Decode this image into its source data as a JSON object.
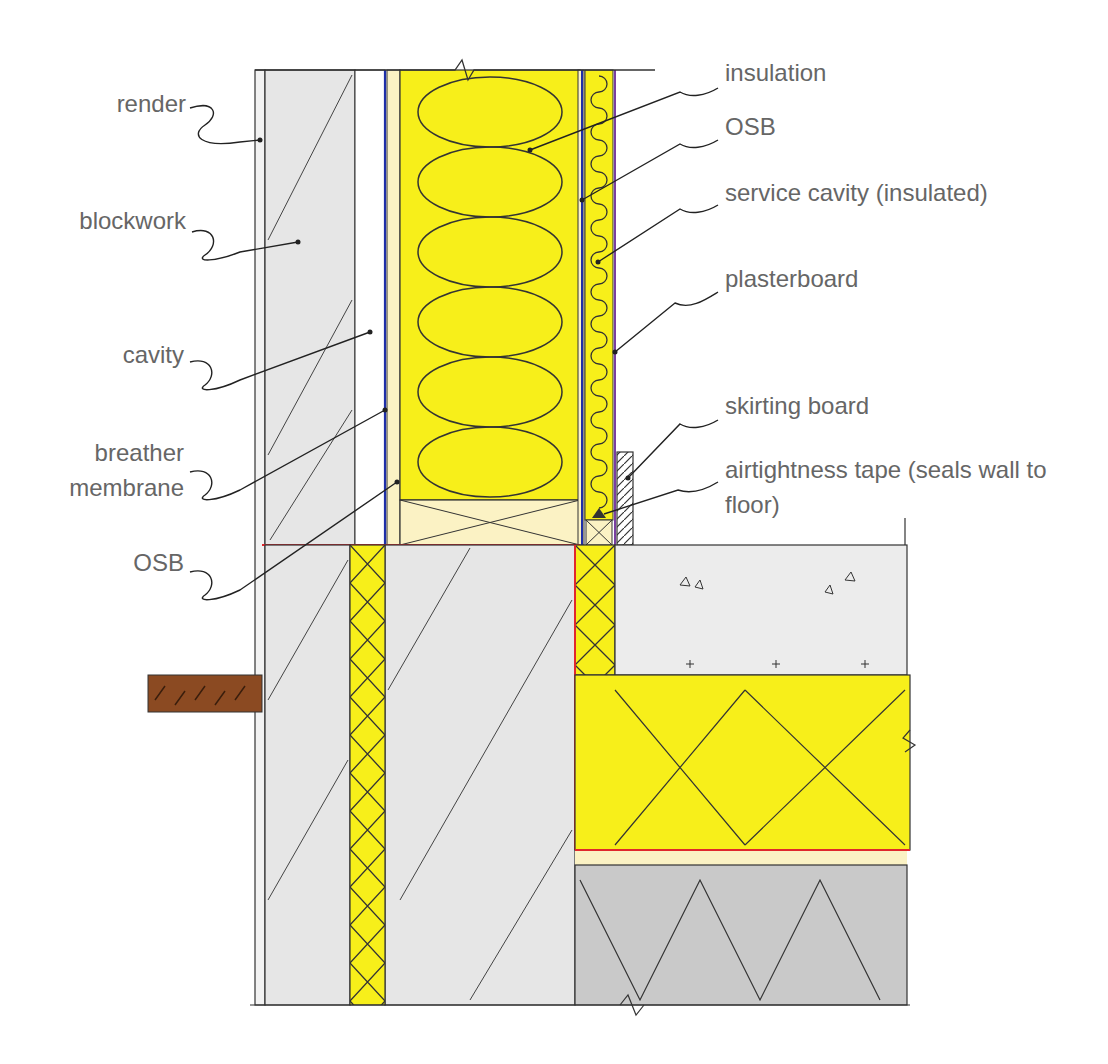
{
  "diagram": {
    "labels": [
      "render",
      "blockwork",
      "cavity",
      "breather membrane",
      "OSB",
      "insulation",
      "OSB",
      "service cavity (insulated)",
      "plasterboard",
      "skirting board",
      "airtightness tape (seals wall to floor)"
    ]
  }
}
